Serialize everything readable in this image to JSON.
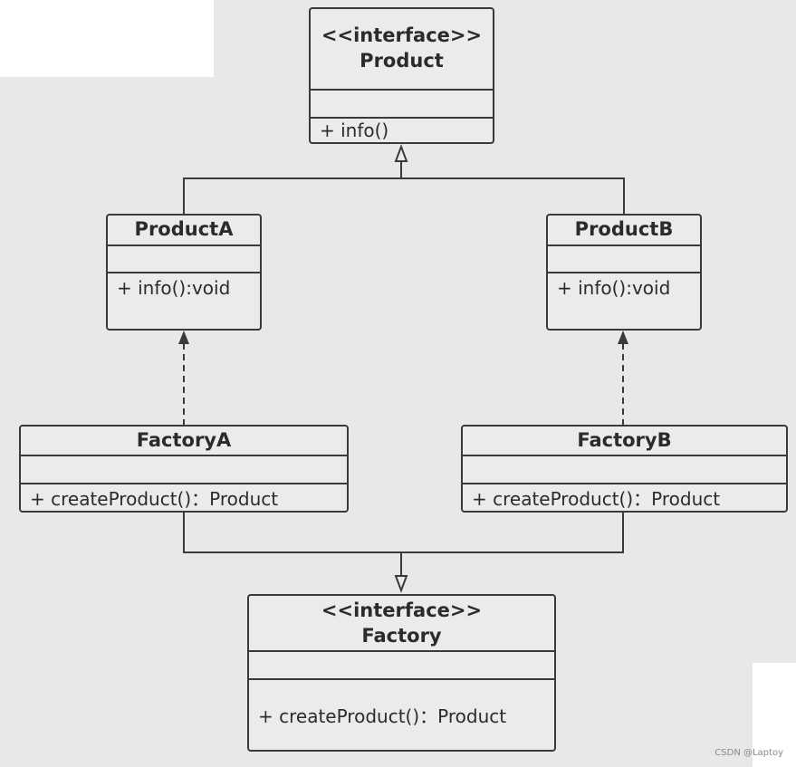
{
  "interface_product": {
    "stereotype": "<<interface>>",
    "name": "Product",
    "op": "+ info()"
  },
  "product_a": {
    "name": "ProductA",
    "op": "+ info():void"
  },
  "product_b": {
    "name": "ProductB",
    "op": "+ info():void"
  },
  "factory_a": {
    "name": "FactoryA",
    "op": "+ createProduct()：Product"
  },
  "factory_b": {
    "name": "FactoryB",
    "op": "+ createProduct()：Product"
  },
  "interface_factory": {
    "stereotype": "<<interface>>",
    "name": "Factory",
    "op": "+ createProduct()：Product"
  },
  "watermark": "CSDN @Laptoy"
}
